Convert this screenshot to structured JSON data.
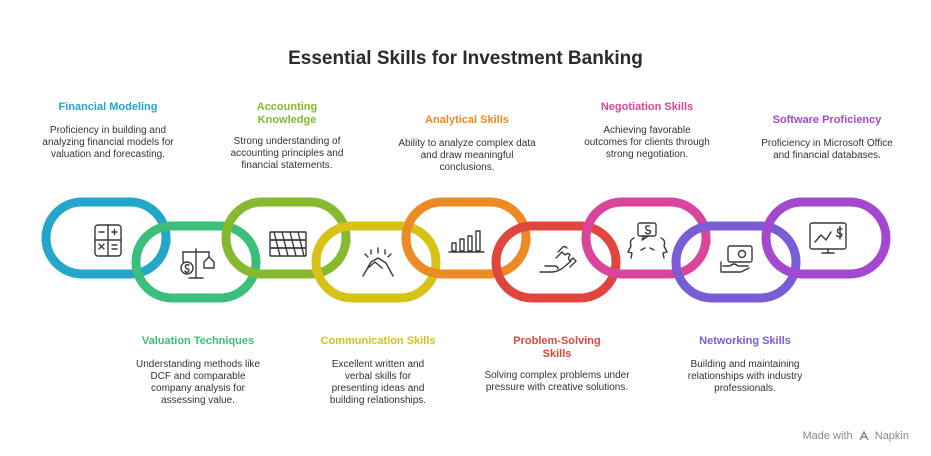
{
  "title": "Essential Skills for Investment Banking",
  "skills": [
    {
      "title": "Financial Modeling",
      "description": "Proficiency in building and analyzing financial models for valuation and forecasting.",
      "color": "#22a6c9",
      "icon": "calculator-icon"
    },
    {
      "title": "Valuation Techniques",
      "description": "Understanding methods like DCF and comparable company analysis for assessing value.",
      "color": "#3cbf7a",
      "icon": "scale-icon"
    },
    {
      "title": "Accounting Knowledge",
      "description": "Strong understanding of accounting principles and financial statements.",
      "color": "#86b92f",
      "icon": "money-stack-icon"
    },
    {
      "title": "Communication Skills",
      "description": "Excellent written and verbal skills for presenting ideas and building relationships.",
      "color": "#d8c218",
      "icon": "handshake-icon"
    },
    {
      "title": "Analytical Skills",
      "description": "Ability to analyze complex data and draw meaningful conclusions.",
      "color": "#ec8a24",
      "icon": "bar-chart-icon"
    },
    {
      "title": "Problem-Solving Skills",
      "description": "Solving complex problems under pressure with creative solutions.",
      "color": "#e0463d",
      "icon": "puzzle-hand-icon"
    },
    {
      "title": "Negotiation Skills",
      "description": "Achieving favorable outcomes for clients through strong negotiation.",
      "color": "#d8459b",
      "icon": "negotiation-icon"
    },
    {
      "title": "Networking Skills",
      "description": "Building and maintaining relationships with industry professionals.",
      "color": "#7a5cd6",
      "icon": "contact-card-icon"
    },
    {
      "title": "Software Proficiency",
      "description": "Proficiency in Microsoft Office and financial databases.",
      "color": "#a548d0",
      "icon": "monitor-dollar-icon"
    }
  ],
  "footer": {
    "made_with": "Made with",
    "brand": "Napkin"
  }
}
